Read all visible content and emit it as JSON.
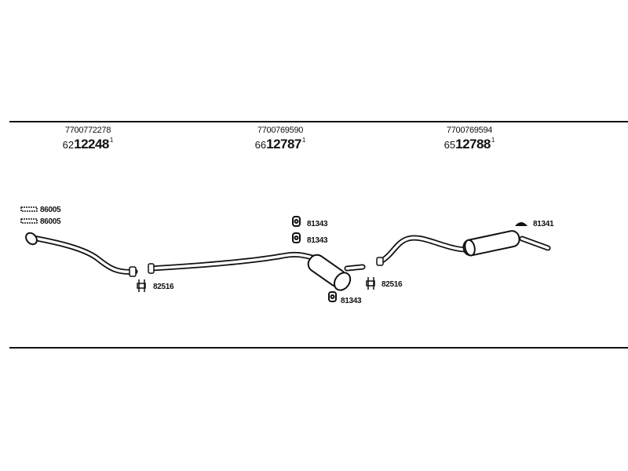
{
  "parts": [
    {
      "oem": "7700772278",
      "prefix": "62",
      "number": "12248",
      "suffix": "1"
    },
    {
      "oem": "7700769590",
      "prefix": "66",
      "number": "12787",
      "suffix": "1"
    },
    {
      "oem": "7700769594",
      "prefix": "65",
      "number": "12788",
      "suffix": "1"
    }
  ],
  "callouts": {
    "gasket_a": "86005",
    "gasket_b": "86005",
    "clamp_1": "82516",
    "hanger_1": "81343",
    "hanger_2": "81343",
    "hanger_3": "81343",
    "clamp_2": "82516",
    "rubber_mount": "81341"
  }
}
